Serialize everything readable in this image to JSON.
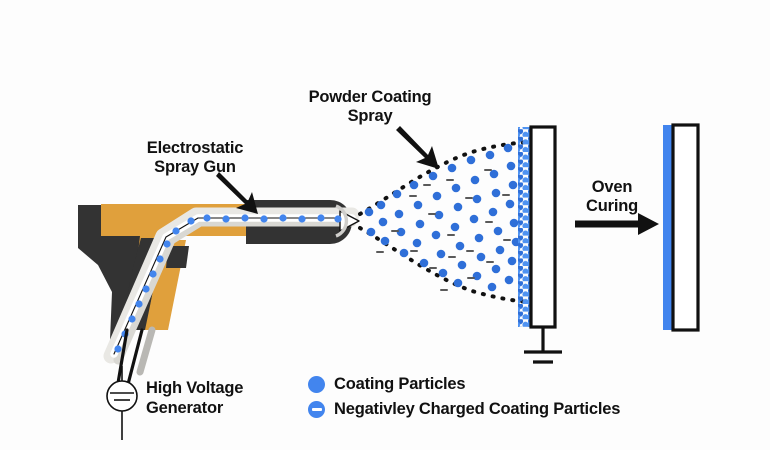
{
  "diagram": {
    "title_hidden": "",
    "background": "#fdfdfd",
    "colors": {
      "particle_blue": "#4285ee",
      "coating_blue": "#4285ee",
      "body_orange": "#e0a03c",
      "body_dark": "#333333",
      "tube_gray": "#e9e8e4",
      "outline_black": "#111111",
      "panel_white": "#ffffff"
    }
  },
  "labels": {
    "spray_gun": "Electrostatic\nSpray Gun",
    "powder_spray": "Powder Coating\nSpray",
    "oven_curing": "Oven\nCuring",
    "high_voltage": "High Voltage\nGenerator"
  },
  "legend": {
    "items": [
      {
        "marker": "filled-circle",
        "label": "Coating Particles"
      },
      {
        "marker": "minus-circle",
        "label": "Negativley Charged Coating Particles"
      }
    ]
  },
  "components": {
    "spray_gun": {
      "name": "Electrostatic Spray Gun"
    },
    "generator": {
      "name": "High Voltage Generator",
      "symbol": "source-circle"
    },
    "spray_cone": {
      "name": "Powder Coating Spray",
      "boundary": "dashed"
    },
    "coated_panel": {
      "name": "Grounded workpiece panel",
      "ground_symbol": "earth-ground"
    },
    "cured_panel": {
      "name": "Cured coated panel"
    },
    "oven_arrow": {
      "name": "Oven curing process arrow",
      "direction": "right"
    }
  },
  "chart_data": {
    "type": "diagram",
    "title": "Electrostatic powder coating process",
    "stages": [
      "Electrostatic Spray Gun",
      "Powder Coating Spray",
      "Grounded Panel",
      "Oven Curing",
      "Cured Panel"
    ]
  }
}
